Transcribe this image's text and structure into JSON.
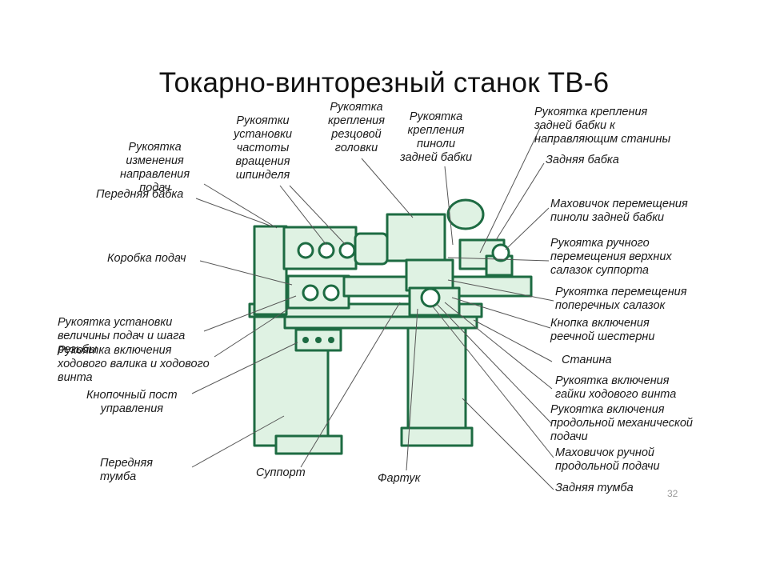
{
  "title": "Токарно-винторезный станок ТВ-6",
  "page_number": "32",
  "colors": {
    "machine_fill": "#dff2e3",
    "machine_stroke": "#1d6b42",
    "leader": "#555555"
  },
  "labels": {
    "rukoyatka_izmeneniya": "Рукоятка\nизменения\nнаправления\nподач",
    "perednyaya_babka": "Передняя бабка",
    "korobka_podach": "Коробка подач",
    "rukoyatka_ustanovki_velichiny": "Рукоятка установки\nвеличины подач и шага\nрезьбы",
    "rukoyatka_vklyucheniya_valika": "Рукоятка включения\nходового валика и ходового\nвинта",
    "knopochny_post": "Кнопочный пост\nуправления",
    "perednyaya_tumba": "Передняя\nтумба",
    "rukoyatki_ustanovki_chastoty": "Рукоятки\nустановки\nчастоты\nвращения\nшпинделя",
    "rukoyatka_krepleniya_golovki": "Рукоятка\nкрепления\nрезцовой\nголовки",
    "rukoyatka_krepleniya_pinoli": "Рукоятка\nкрепления\nпиноли\nзадней бабки",
    "rukoyatka_krepleniya_zadnei_babki": "Рукоятка крепления\nзадней бабки к\nнаправляющим станины",
    "zadnyaya_babka": "Задняя бабка",
    "makhovichok_pinoli": "Маховичок перемещения\nпиноли задней бабки",
    "rukoyatka_ruchnogo_peremescheniya": "Рукоятка ручного\nперемещения верхних\nсалазок суппорта",
    "rukoyatka_poperechnykh": "Рукоятка перемещения\nпоперечных салазок",
    "knopka_reechnoi": "Кнопка включения\nреечной шестерни",
    "stanina": "Станина",
    "rukoyatka_gaiki": "Рукоятка включения\nгайки ходового винта",
    "rukoyatka_prodolnoi": "Рукоятка включения\nпродольной механической\nподачи",
    "makhovichok_prodolnoi": "Маховичок ручной\nпродольной подачи",
    "zadnyaya_tumba": "Задняя тумба",
    "support": "Суппорт",
    "fartuk": "Фартук"
  }
}
